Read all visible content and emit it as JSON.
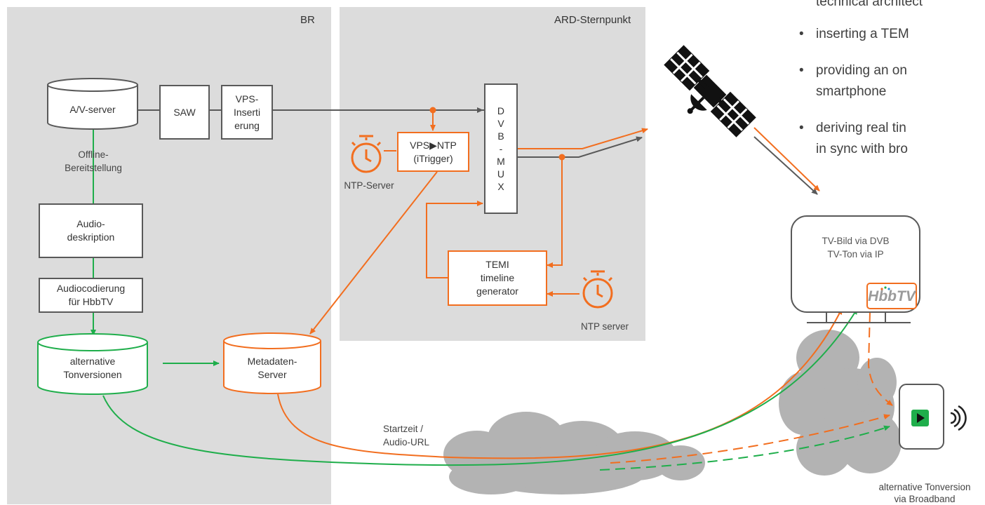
{
  "panels": {
    "br_title": "BR",
    "ard_title": "ARD-Sternpunkt"
  },
  "boxes": {
    "av_server": "A/V-server",
    "saw": "SAW",
    "vps_insertierung": "VPS-\nInserti\nerung",
    "vps_ntp": "VPS▶NTP\n(iTrigger)",
    "dvb_mux": "D\nV\nB\n-\nM\nU\nX",
    "audiodeskription": "Audio-\ndeskription",
    "audiocodierung": "Audiocodierung\nfür HbbTV",
    "alternative_tonversionen": "alternative\nTonversionen",
    "metadaten_server": "Metadaten-\nServer",
    "temi_generator": "TEMI\ntimeline\ngenerator",
    "tv_text": "TV-Bild via DVB\nTV-Ton via IP",
    "hbbtv_logo": "HbbTV"
  },
  "labels": {
    "offline": "Offline-\nBereitstellung",
    "ntp_server_left": "NTP-Server",
    "ntp_server_right": "NTP server",
    "startzeit": "Startzeit /\nAudio-URL",
    "alt_broadband": "alternative Tonversion\nvia Broadband"
  },
  "bullets": {
    "header": "technical architect",
    "items": [
      "inserting a TEM",
      "providing an on",
      "smartphone",
      "deriving real tin",
      "in sync with bro"
    ]
  },
  "colors": {
    "orange": "#f26e1f",
    "green": "#1fae4b",
    "gray": "#595959",
    "panel": "#dcdcdc",
    "cloud": "#b3b3b3"
  },
  "icons": [
    "clock-icon",
    "satellite-icon",
    "cloud-icon",
    "smartphone-icon",
    "play-icon",
    "signal-icon"
  ]
}
